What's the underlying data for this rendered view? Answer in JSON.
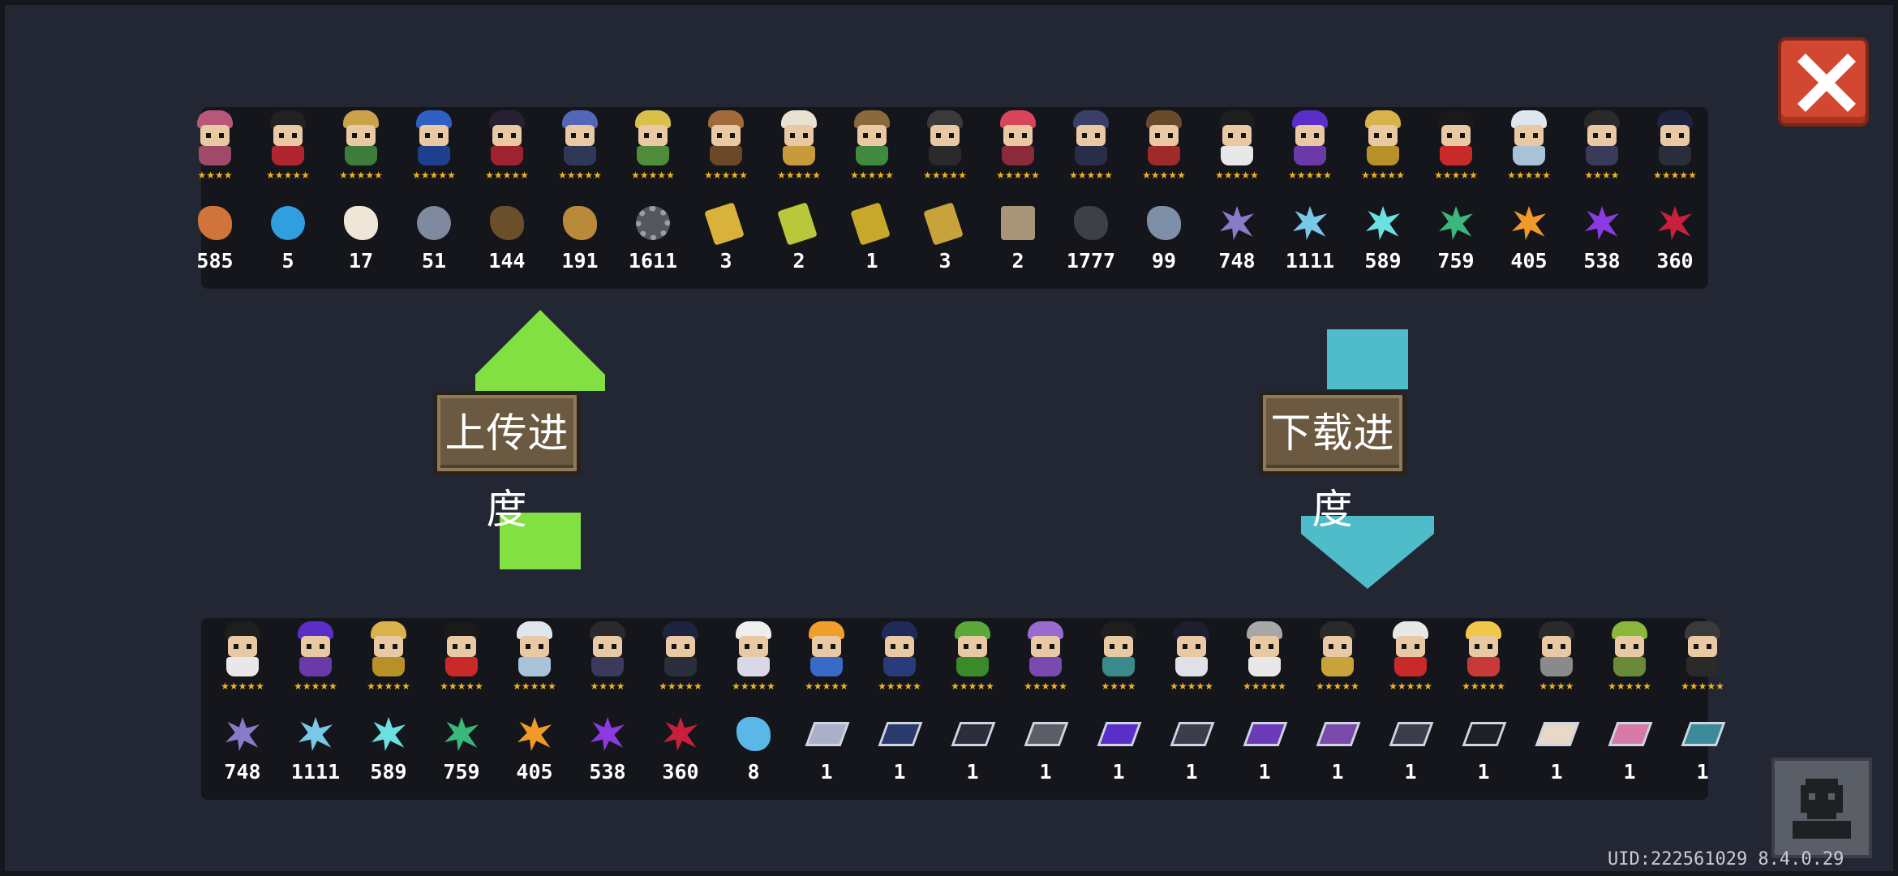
{
  "buttons": {
    "upload_label": "上传进度",
    "download_label": "下载进度"
  },
  "footer": {
    "uid": "UID:222561029 8.4.0.29"
  },
  "colors": {
    "upload_arrow": "#82e043",
    "download_arrow": "#4fbdc9",
    "close_button": "#d2472f",
    "star": "#f2b21e",
    "sign_wood": "#6b5a41"
  },
  "icons": {
    "close": "close-x-icon",
    "avatar": "character-silhouette-icon",
    "upload": "arrow-up-icon",
    "download": "arrow-down-icon"
  },
  "top_strip": {
    "characters": [
      {
        "stars": "★★★★",
        "hair": "#b8577a",
        "body": "#a04a6a"
      },
      {
        "stars": "★★★★★",
        "hair": "#222222",
        "body": "#b0262e"
      },
      {
        "stars": "★★★★★",
        "hair": "#c9a24a",
        "body": "#3d7c3a"
      },
      {
        "stars": "★★★★★",
        "hair": "#2f5fc2",
        "body": "#1f3f8f"
      },
      {
        "stars": "★★★★★",
        "hair": "#262030",
        "body": "#9e2230"
      },
      {
        "stars": "★★★★★",
        "hair": "#5366b8",
        "body": "#30385a"
      },
      {
        "stars": "★★★★★",
        "hair": "#d8c04a",
        "body": "#4f8d3b"
      },
      {
        "stars": "★★★★★",
        "hair": "#a26a3a",
        "body": "#6a4828"
      },
      {
        "stars": "★★★★★",
        "hair": "#e8e2d2",
        "body": "#c89a3c"
      },
      {
        "stars": "★★★★★",
        "hair": "#8a6a3a",
        "body": "#3f8a3f"
      },
      {
        "stars": "★★★★★",
        "hair": "#3a3a3a",
        "body": "#2a2a2a"
      },
      {
        "stars": "★★★★★",
        "hair": "#d8455a",
        "body": "#8a2a3a"
      },
      {
        "stars": "★★★★★",
        "hair": "#3a3f6a",
        "body": "#2a2d4a"
      },
      {
        "stars": "★★★★★",
        "hair": "#6a4a2a",
        "body": "#a02a2a"
      },
      {
        "stars": "★★★★★",
        "hair": "#1e1e1e",
        "body": "#e8e8e8"
      },
      {
        "stars": "★★★★★",
        "hair": "#5a2ec8",
        "body": "#6a3aa8"
      },
      {
        "stars": "★★★★★",
        "hair": "#d8b24a",
        "body": "#b8902a"
      },
      {
        "stars": "★★★★★",
        "hair": "#1a1a1a",
        "body": "#c82a2a"
      },
      {
        "stars": "★★★★★",
        "hair": "#dfe6ee",
        "body": "#a8c2d8"
      },
      {
        "stars": "★★★★",
        "hair": "#2a2a2a",
        "body": "#3a3a5a"
      },
      {
        "stars": "★★★★★",
        "hair": "#1e2440",
        "body": "#2a2e3a"
      }
    ],
    "items": [
      {
        "count": "585",
        "color": "#d0743a",
        "shape": "blob"
      },
      {
        "count": "5",
        "color": "#2f9fe0",
        "shape": "orb"
      },
      {
        "count": "17",
        "color": "#efe6d8",
        "shape": "blob"
      },
      {
        "count": "51",
        "color": "#7f8aa0",
        "shape": "orb"
      },
      {
        "count": "144",
        "color": "#6b4f2a",
        "shape": "blob"
      },
      {
        "count": "191",
        "color": "#b88a3a",
        "shape": "blob"
      },
      {
        "count": "1611",
        "color": "#6a6d72",
        "shape": "gear"
      },
      {
        "count": "3",
        "color": "#d8b23a",
        "shape": "card"
      },
      {
        "count": "2",
        "color": "#b8c83a",
        "shape": "card"
      },
      {
        "count": "1",
        "color": "#c8a82a",
        "shape": "card"
      },
      {
        "count": "3",
        "color": "#c8a23a",
        "shape": "card"
      },
      {
        "count": "2",
        "color": "#a89478",
        "shape": "box"
      },
      {
        "count": "1777",
        "color": "#3e4048",
        "shape": "blob"
      },
      {
        "count": "99",
        "color": "#7e8fa8",
        "shape": "blob"
      },
      {
        "count": "748",
        "color": "#8a7ac8",
        "shape": "crystal"
      },
      {
        "count": "1111",
        "color": "#7ac8e8",
        "shape": "crystal"
      },
      {
        "count": "589",
        "color": "#6ae0e0",
        "shape": "crystal"
      },
      {
        "count": "759",
        "color": "#3ab87a",
        "shape": "crystal"
      },
      {
        "count": "405",
        "color": "#f09a2a",
        "shape": "crystal"
      },
      {
        "count": "538",
        "color": "#8a3ae0",
        "shape": "crystal"
      },
      {
        "count": "360",
        "color": "#c8203a",
        "shape": "crystal"
      }
    ]
  },
  "bottom_strip": {
    "characters": [
      {
        "stars": "★★★★★",
        "hair": "#1e1e1e",
        "body": "#e8e8e8"
      },
      {
        "stars": "★★★★★",
        "hair": "#5a2ec8",
        "body": "#6a3aa8"
      },
      {
        "stars": "★★★★★",
        "hair": "#d8b24a",
        "body": "#b8902a"
      },
      {
        "stars": "★★★★★",
        "hair": "#1a1a1a",
        "body": "#c82a2a"
      },
      {
        "stars": "★★★★★",
        "hair": "#dfe6ee",
        "body": "#a8c2d8"
      },
      {
        "stars": "★★★★",
        "hair": "#2a2a2a",
        "body": "#3a3a5a"
      },
      {
        "stars": "★★★★★",
        "hair": "#1e2440",
        "body": "#2a2e3a"
      },
      {
        "stars": "★★★★★",
        "hair": "#eeeeee",
        "body": "#d8d8e8"
      },
      {
        "stars": "★★★★★",
        "hair": "#f0a02a",
        "body": "#3a6ac8"
      },
      {
        "stars": "★★★★★",
        "hair": "#1e2a5a",
        "body": "#2a3a7a"
      },
      {
        "stars": "★★★★★",
        "hair": "#5aa83a",
        "body": "#3a8a2a"
      },
      {
        "stars": "★★★★★",
        "hair": "#9a6ad0",
        "body": "#7a4ab0"
      },
      {
        "stars": "★★★★",
        "hair": "#1e1e1e",
        "body": "#3a8a8a"
      },
      {
        "stars": "★★★★★",
        "hair": "#1e1e2e",
        "body": "#e0e0e8"
      },
      {
        "stars": "★★★★★",
        "hair": "#a8a8a8",
        "body": "#e8e8e8"
      },
      {
        "stars": "★★★★★",
        "hair": "#2a2a2a",
        "body": "#c8a23a"
      },
      {
        "stars": "★★★★★",
        "hair": "#e8e8e8",
        "body": "#c82a2a"
      },
      {
        "stars": "★★★★★",
        "hair": "#f0c84a",
        "body": "#c83a3a"
      },
      {
        "stars": "★★★★",
        "hair": "#2a2a2a",
        "body": "#8a8a8a"
      },
      {
        "stars": "★★★★★",
        "hair": "#8ab83a",
        "body": "#6a8a3a"
      },
      {
        "stars": "★★★★★",
        "hair": "#3a3a3a",
        "body": "#2a2a2a"
      }
    ],
    "items": [
      {
        "count": "748",
        "color": "#8a7ac8",
        "shape": "crystal"
      },
      {
        "count": "1111",
        "color": "#7ac8e8",
        "shape": "crystal"
      },
      {
        "count": "589",
        "color": "#6ae0e0",
        "shape": "crystal"
      },
      {
        "count": "759",
        "color": "#3ab87a",
        "shape": "crystal"
      },
      {
        "count": "405",
        "color": "#f09a2a",
        "shape": "crystal"
      },
      {
        "count": "538",
        "color": "#8a3ae0",
        "shape": "crystal"
      },
      {
        "count": "360",
        "color": "#c8203a",
        "shape": "crystal"
      },
      {
        "count": "8",
        "color": "#5ab8e8",
        "shape": "blob"
      },
      {
        "count": "1",
        "color": "#aab0c8",
        "shape": "panel"
      },
      {
        "count": "1",
        "color": "#2a3a6a",
        "shape": "panel"
      },
      {
        "count": "1",
        "color": "#2a2e3a",
        "shape": "panel"
      },
      {
        "count": "1",
        "color": "#5a5e66",
        "shape": "panel"
      },
      {
        "count": "1",
        "color": "#5a2ec8",
        "shape": "panel"
      },
      {
        "count": "1",
        "color": "#3a3e4a",
        "shape": "panel"
      },
      {
        "count": "1",
        "color": "#6a3ab8",
        "shape": "panel"
      },
      {
        "count": "1",
        "color": "#7a4aa8",
        "shape": "panel"
      },
      {
        "count": "1",
        "color": "#3a3e4a",
        "shape": "panel"
      },
      {
        "count": "1",
        "color": "#1e2028",
        "shape": "panel"
      },
      {
        "count": "1",
        "color": "#e8d8c8",
        "shape": "panel"
      },
      {
        "count": "1",
        "color": "#d87aa8",
        "shape": "panel"
      },
      {
        "count": "1",
        "color": "#3a8a9a",
        "shape": "panel"
      }
    ]
  }
}
